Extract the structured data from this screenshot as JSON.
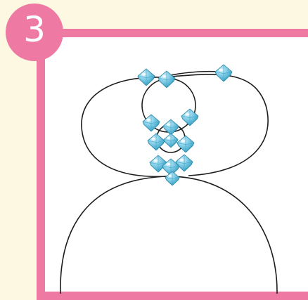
{
  "step": {
    "number": "3"
  },
  "colors": {
    "background": "#fdf8e2",
    "frame": "#ee7aa3",
    "wire": "#1c1c1c",
    "bead_light": "#8ed2ea",
    "bead_mid": "#4aaecf",
    "bead_dark": "#25809e"
  },
  "illustration": {
    "description_icons": [
      "wire-loop",
      "crystal-bead"
    ],
    "bead_count": 13
  }
}
